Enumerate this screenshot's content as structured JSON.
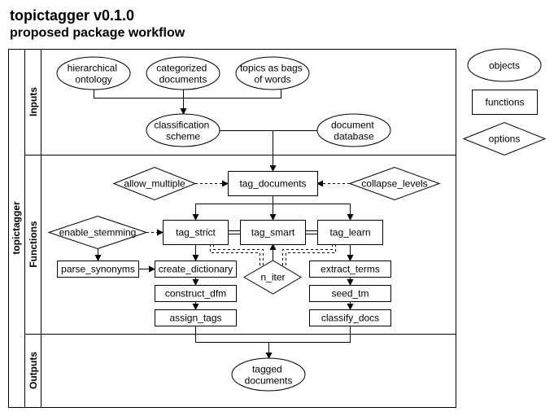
{
  "header": {
    "title": "topictagger v0.1.0",
    "subtitle": "proposed package workflow"
  },
  "pool": {
    "label": "topictagger"
  },
  "lanes": {
    "inputs": "Inputs",
    "functions": "Functions",
    "outputs": "Outputs"
  },
  "legend": {
    "objects": "objects",
    "functions": "functions",
    "options": "options"
  },
  "inputs": {
    "hierarchical_ontology": [
      "hierarchical",
      "ontology"
    ],
    "categorized_documents": [
      "categorized",
      "documents"
    ],
    "topics_as_bags": [
      "topics as bags",
      "of words"
    ],
    "classification_scheme": [
      "classification",
      "scheme"
    ],
    "document_database": [
      "document",
      "database"
    ]
  },
  "functions": {
    "tag_documents": "tag_documents",
    "tag_strict": "tag_strict",
    "tag_smart": "tag_smart",
    "tag_learn": "tag_learn",
    "parse_synonyms": "parse_synonyms",
    "create_dictionary": "create_dictionary",
    "construct_dfm": "construct_dfm",
    "assign_tags": "assign_tags",
    "extract_terms": "extract_terms",
    "seed_tm": "seed_tm",
    "classify_docs": "classify_docs"
  },
  "options": {
    "allow_multiple": "allow_multiple",
    "collapse_levels": "collapse_levels",
    "enable_stemming": "enable_stemming",
    "n_iter": "n_iter"
  },
  "outputs": {
    "tagged_documents": [
      "tagged",
      "documents"
    ]
  }
}
